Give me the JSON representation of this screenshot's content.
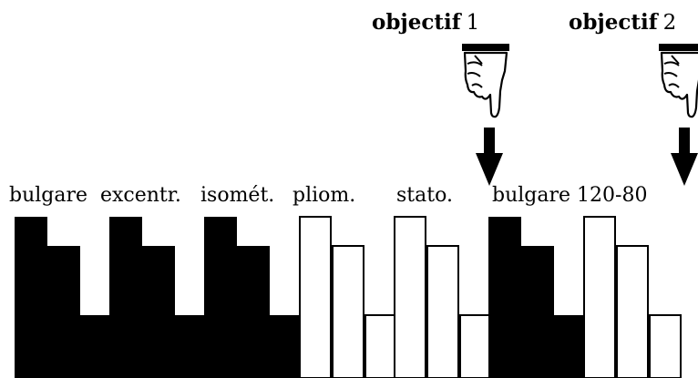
{
  "objectives": [
    {
      "word": "objectif",
      "number": "1",
      "icon": "pointing-hand-icon"
    },
    {
      "word": "objectif",
      "number": "2",
      "icon": "pointing-hand-icon"
    }
  ],
  "phases": [
    {
      "label": "bulgare",
      "color": "black"
    },
    {
      "label": "excentr.",
      "color": "black"
    },
    {
      "label": "isomét.",
      "color": "black"
    },
    {
      "label": "pliom.",
      "color": "white"
    },
    {
      "label": "stato.",
      "color": "white"
    },
    {
      "label": "bulgare 120-80",
      "color": "black"
    },
    {
      "label": "",
      "color": "white"
    }
  ],
  "chart_data": {
    "type": "bar",
    "pattern": "three bars per phase, heights decreasing high / medium / low",
    "bar_levels": [
      "high",
      "medium",
      "low"
    ],
    "colors": {
      "filled": "#000000",
      "outline": "#000000",
      "background": "#ffffff"
    }
  }
}
